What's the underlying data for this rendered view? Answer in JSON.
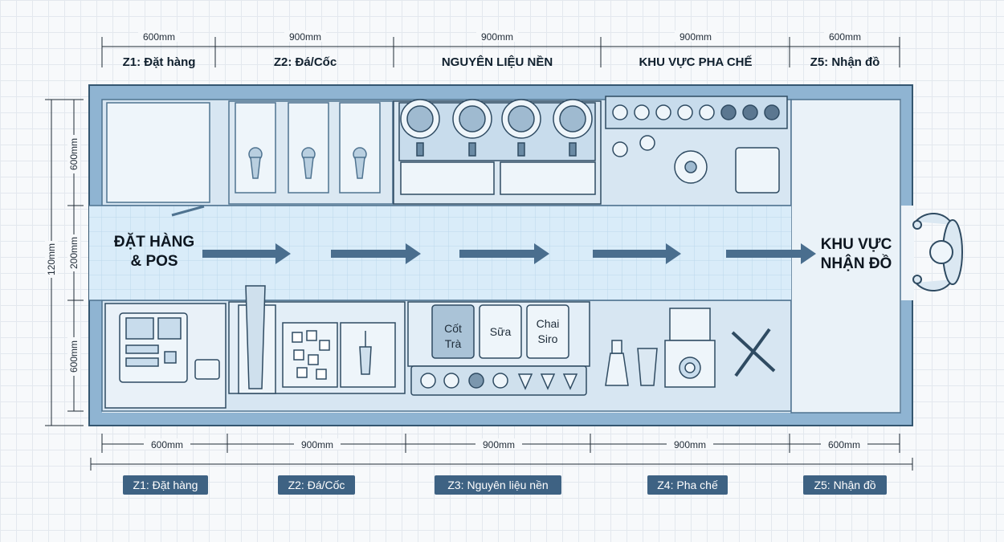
{
  "top_dims": [
    "600mm",
    "900mm",
    "900mm",
    "900mm",
    "600mm"
  ],
  "zone_titles": [
    "Z1: Đặt hàng",
    "Z2: Đá/Cốc",
    "NGUYÊN LIỆU NỀN",
    "KHU VỰC PHA CHẾ",
    "Z5: Nhận đồ"
  ],
  "left_dims": {
    "total": "120mm",
    "top": "600mm",
    "aisle": "200mm",
    "bottom": "600mm"
  },
  "flow": {
    "start_line1": "ĐẶT HÀNG",
    "start_line2": "& POS",
    "end_line1": "KHU VỰC",
    "end_line2": "NHẬN ĐỒ"
  },
  "containers": {
    "c1_line1": "Cốt",
    "c1_line2": "Trà",
    "c2": "Sữa",
    "c3_line1": "Chai",
    "c3_line2": "Siro"
  },
  "bottom_dims": [
    "600mm",
    "900mm",
    "900mm",
    "900mm",
    "600mm"
  ],
  "zone_tags": [
    "Z1: Đặt hàng",
    "Z2: Đá/Cốc",
    "Z3: Nguyên liệu nền",
    "Z4: Pha chế",
    "Z5: Nhận đồ"
  ],
  "colors": {
    "wall": "#8fb4d2",
    "counter": "#d7e6f2",
    "aisle": "#dbeefb",
    "tag": "#3e6283",
    "arrow": "#4a6e8e"
  }
}
